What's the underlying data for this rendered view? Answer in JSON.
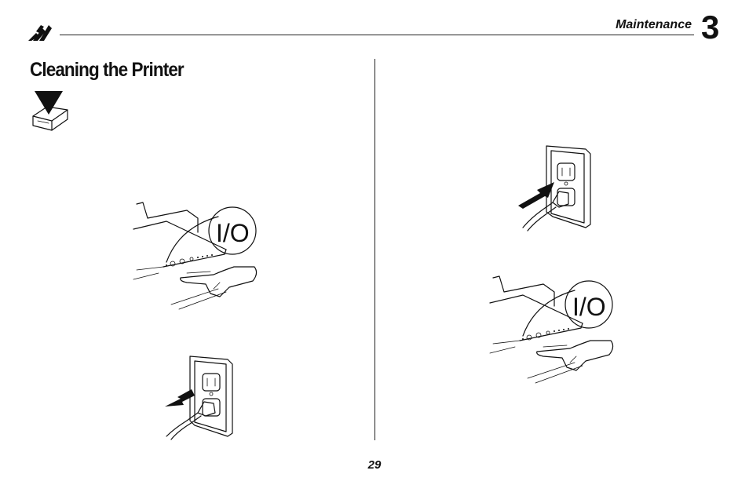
{
  "header": {
    "section_title": "Maintenance",
    "chapter_number": "3"
  },
  "page": {
    "heading": "Cleaning the Printer",
    "page_number": "29"
  },
  "illustrations": {
    "power_button_label": "I/O",
    "icons": [
      "warning-triangle-icon",
      "printer-icon",
      "arrow-icon",
      "wall-outlet",
      "power-plug",
      "hand"
    ]
  },
  "colors": {
    "text": "#111111",
    "background": "#ffffff"
  }
}
